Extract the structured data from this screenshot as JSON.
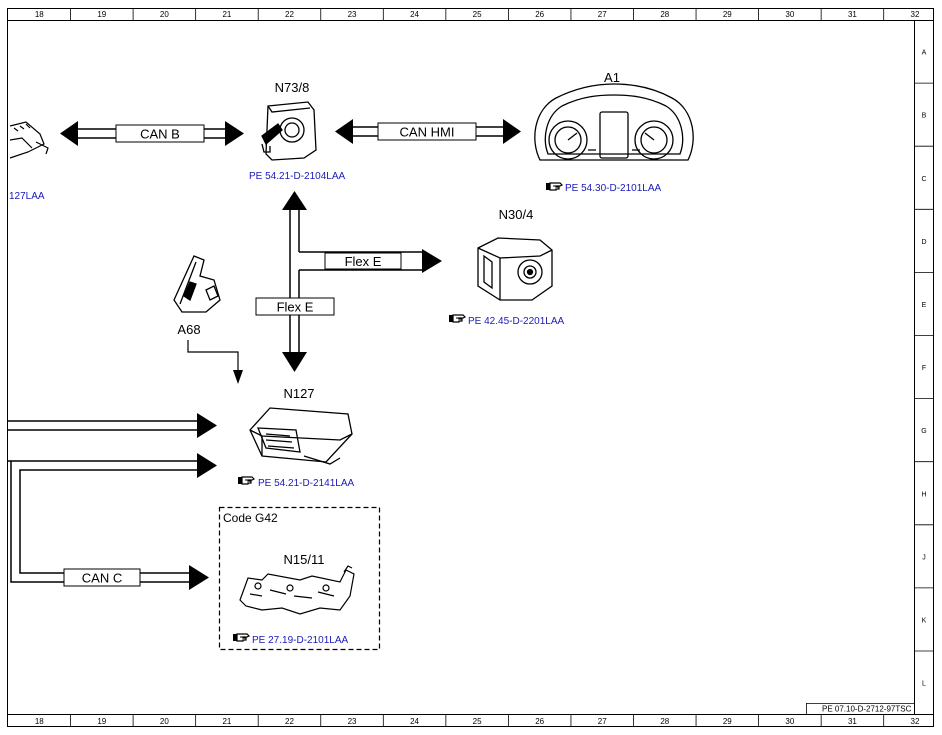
{
  "ruler": {
    "columns": [
      "18",
      "19",
      "20",
      "21",
      "22",
      "23",
      "24",
      "25",
      "26",
      "27",
      "28",
      "29",
      "30",
      "31",
      "32"
    ],
    "rows": [
      "A",
      "B",
      "C",
      "D",
      "E",
      "F",
      "G",
      "H",
      "J",
      "K",
      "L"
    ]
  },
  "components": {
    "n73_8": {
      "label": "N73/8",
      "ref": "PE 54.21-D-2104LAA"
    },
    "a1": {
      "label": "A1",
      "ref": "PE 54.30-D-2101LAA"
    },
    "n30_4": {
      "label": "N30/4",
      "ref": "PE 42.45-D-2201LAA"
    },
    "a68": {
      "label": "A68"
    },
    "n127": {
      "label": "N127",
      "ref": "PE 54.21-D-2141LAA"
    },
    "n15_11": {
      "label": "N15/11",
      "ref": "PE 27.19-D-2101LAA"
    },
    "left_partial": {
      "ref": "127LAA"
    }
  },
  "buses": {
    "can_b": "CAN B",
    "can_hmi": "CAN HMI",
    "flex_e_right": "Flex E",
    "flex_e_down": "Flex E",
    "can_c": "CAN C"
  },
  "code_box": {
    "label": "Code G42"
  },
  "footer": {
    "code": "PE 07.10-D-2712-97TSC"
  },
  "icons": {
    "reference": "pointing-hand-icon"
  }
}
